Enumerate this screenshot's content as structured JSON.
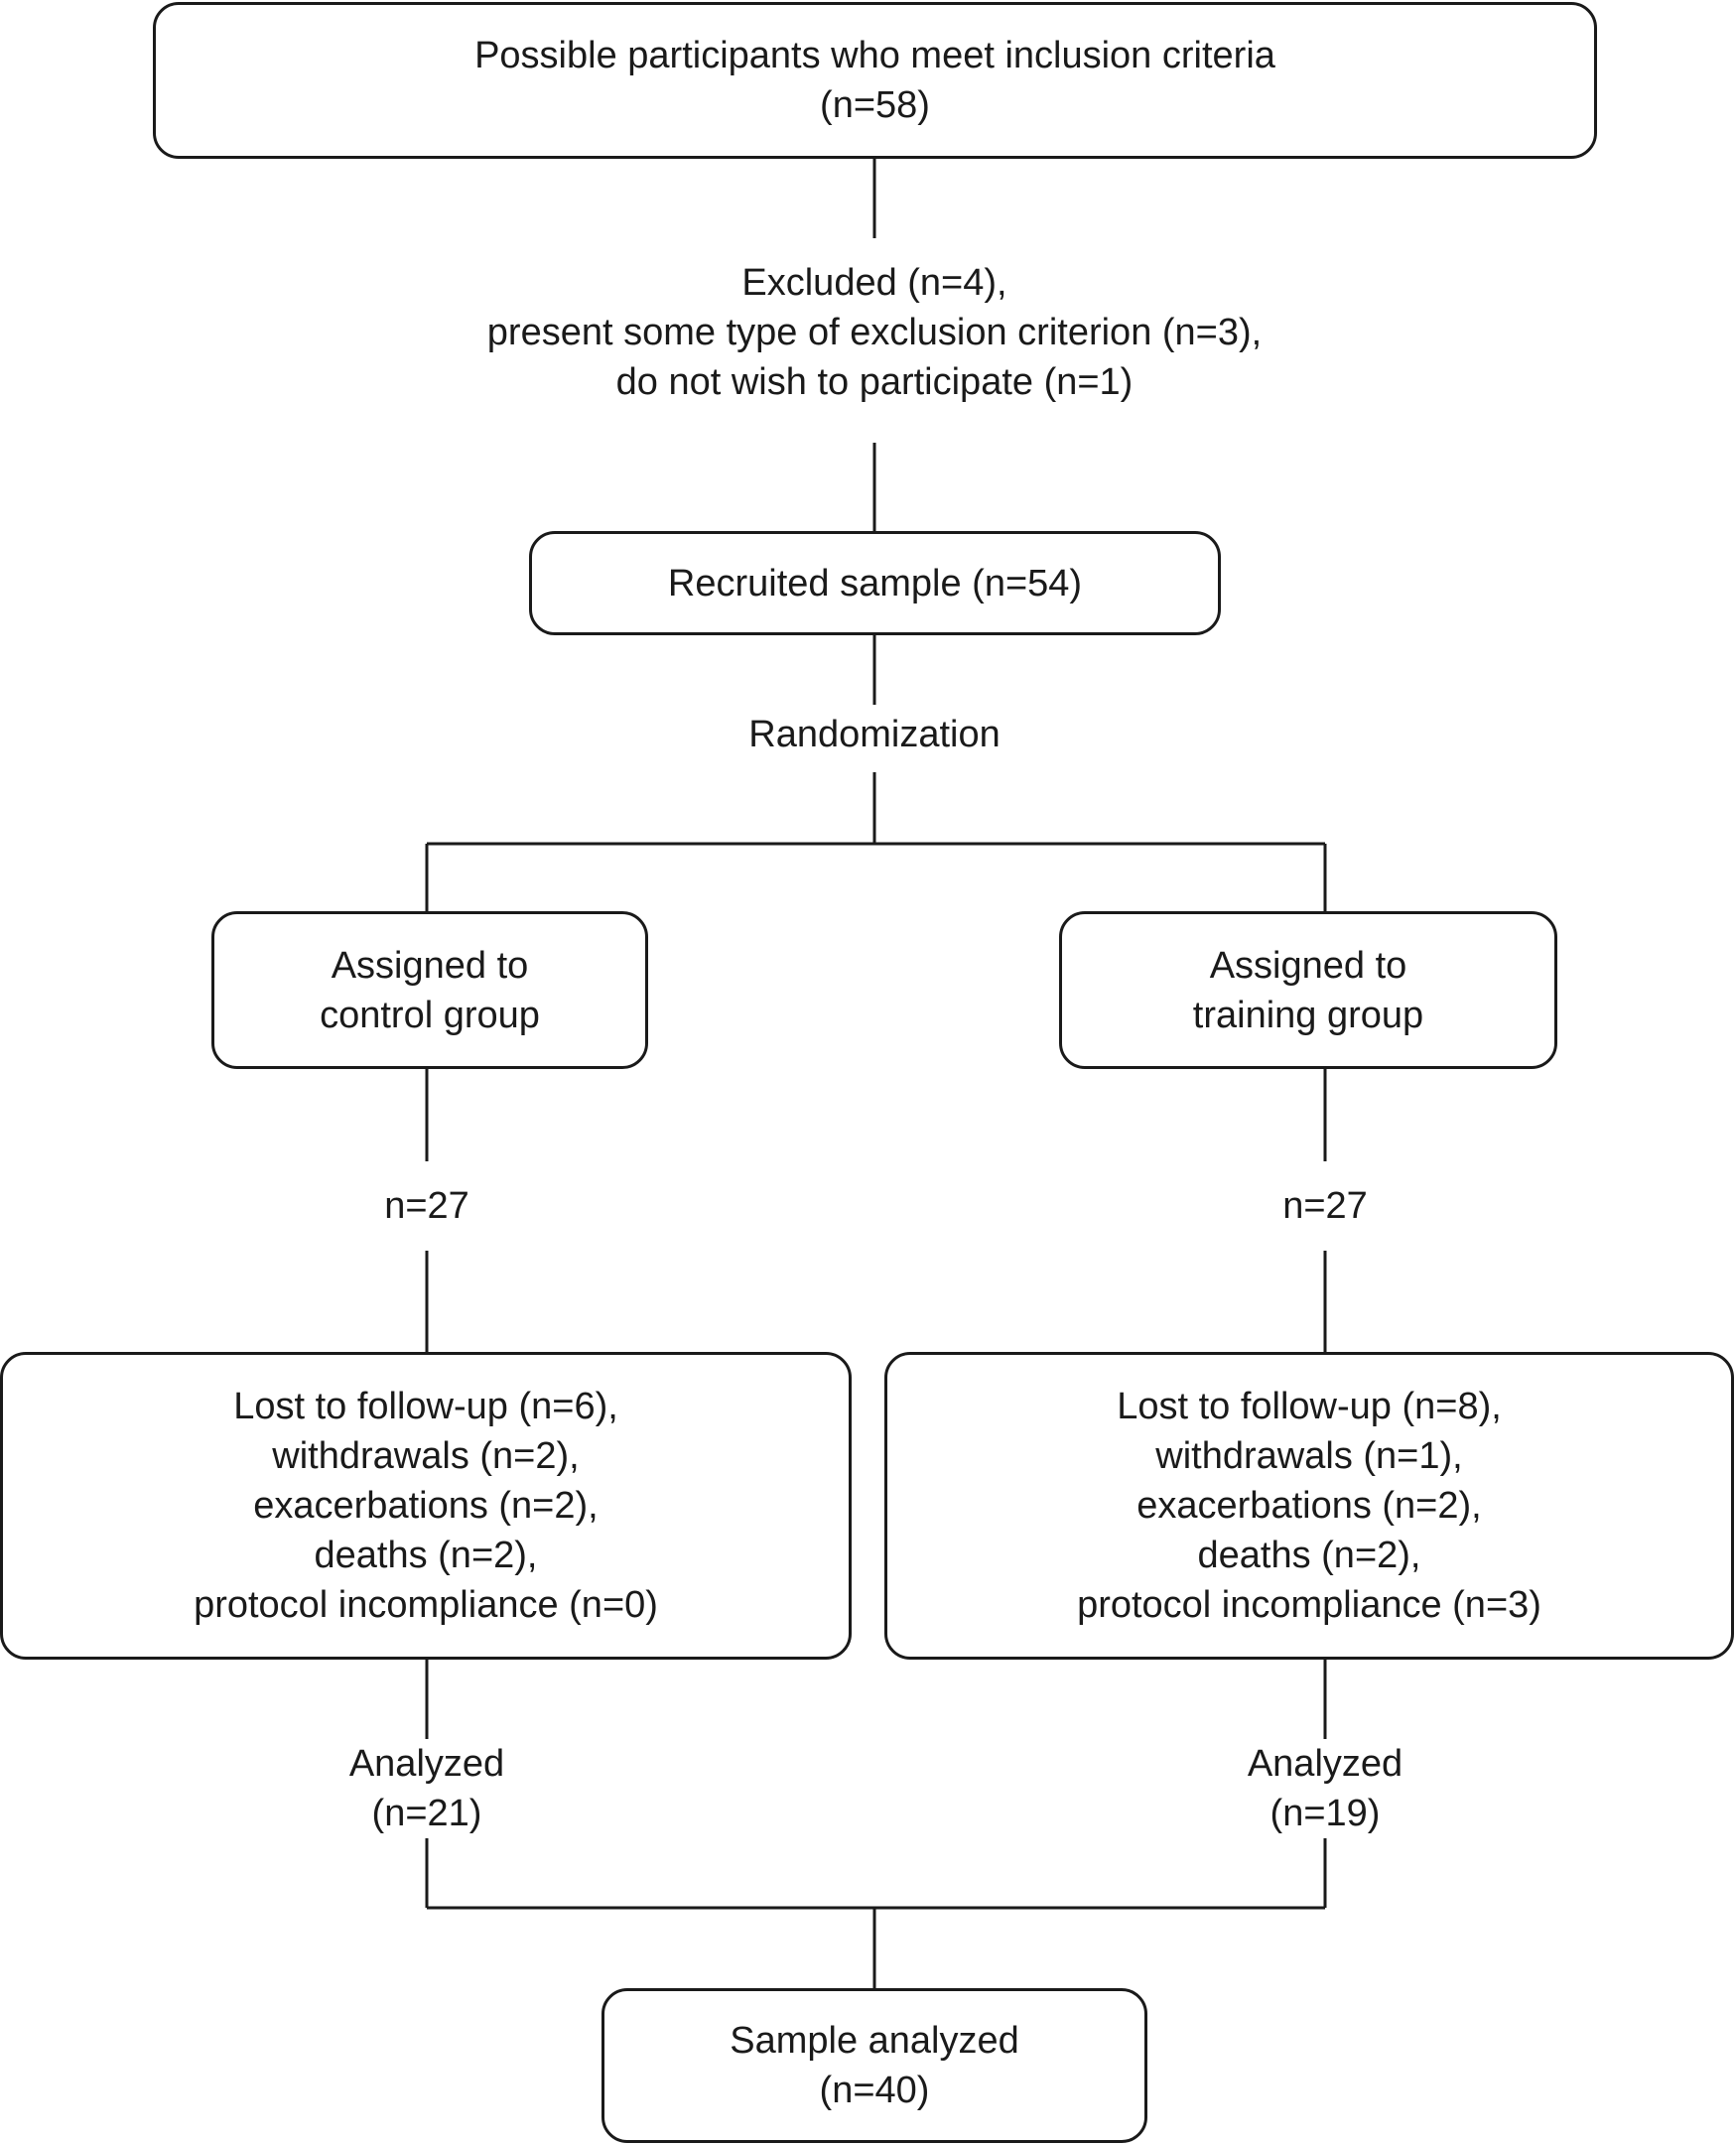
{
  "nodes": {
    "eligible": [
      "Possible participants who meet inclusion criteria",
      "(n=58)"
    ],
    "excluded": [
      "Excluded (n=4),",
      "present some type of exclusion criterion (n=3),",
      "do not wish to participate (n=1)"
    ],
    "recruited": [
      "Recruited sample (n=54)"
    ],
    "randomization": [
      "Randomization"
    ],
    "control_group": [
      "Assigned to",
      "control group"
    ],
    "training_group": [
      "Assigned to",
      "training group"
    ],
    "control_n": [
      "n=27"
    ],
    "training_n": [
      "n=27"
    ],
    "control_losses": [
      "Lost to follow-up (n=6),",
      "withdrawals (n=2),",
      "exacerbations (n=2),",
      "deaths (n=2),",
      "protocol incompliance (n=0)"
    ],
    "training_losses": [
      "Lost to follow-up (n=8),",
      "withdrawals (n=1),",
      "exacerbations (n=2),",
      "deaths (n=2),",
      "protocol incompliance (n=3)"
    ],
    "control_analyzed": [
      "Analyzed",
      "(n=21)"
    ],
    "training_analyzed": [
      "Analyzed",
      "(n=19)"
    ],
    "sample_analyzed": [
      "Sample analyzed",
      "(n=40)"
    ]
  },
  "colors": {
    "stroke": "#1a1a1a",
    "background": "#ffffff",
    "text": "#1a1a1a"
  }
}
